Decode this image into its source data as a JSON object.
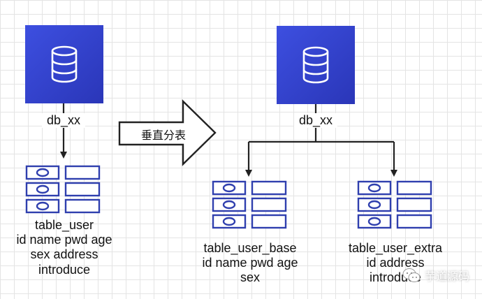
{
  "source": {
    "db_label": "db_xx",
    "table_label_lines": [
      "table_user",
      "id name pwd age",
      "sex address",
      "introduce"
    ]
  },
  "arrow": {
    "label": "垂直分表"
  },
  "target": {
    "db_label": "db_xx",
    "tables": [
      {
        "label_lines": [
          "table_user_base",
          "id name pwd age",
          "sex"
        ]
      },
      {
        "label_lines": [
          "table_user_extra",
          "id  address",
          "introduce"
        ]
      }
    ]
  },
  "watermark": {
    "text": "芋道源码"
  },
  "colors": {
    "db_fill": "#3440cc",
    "table_stroke": "#2f3fae",
    "arrow_stroke": "#222222"
  }
}
